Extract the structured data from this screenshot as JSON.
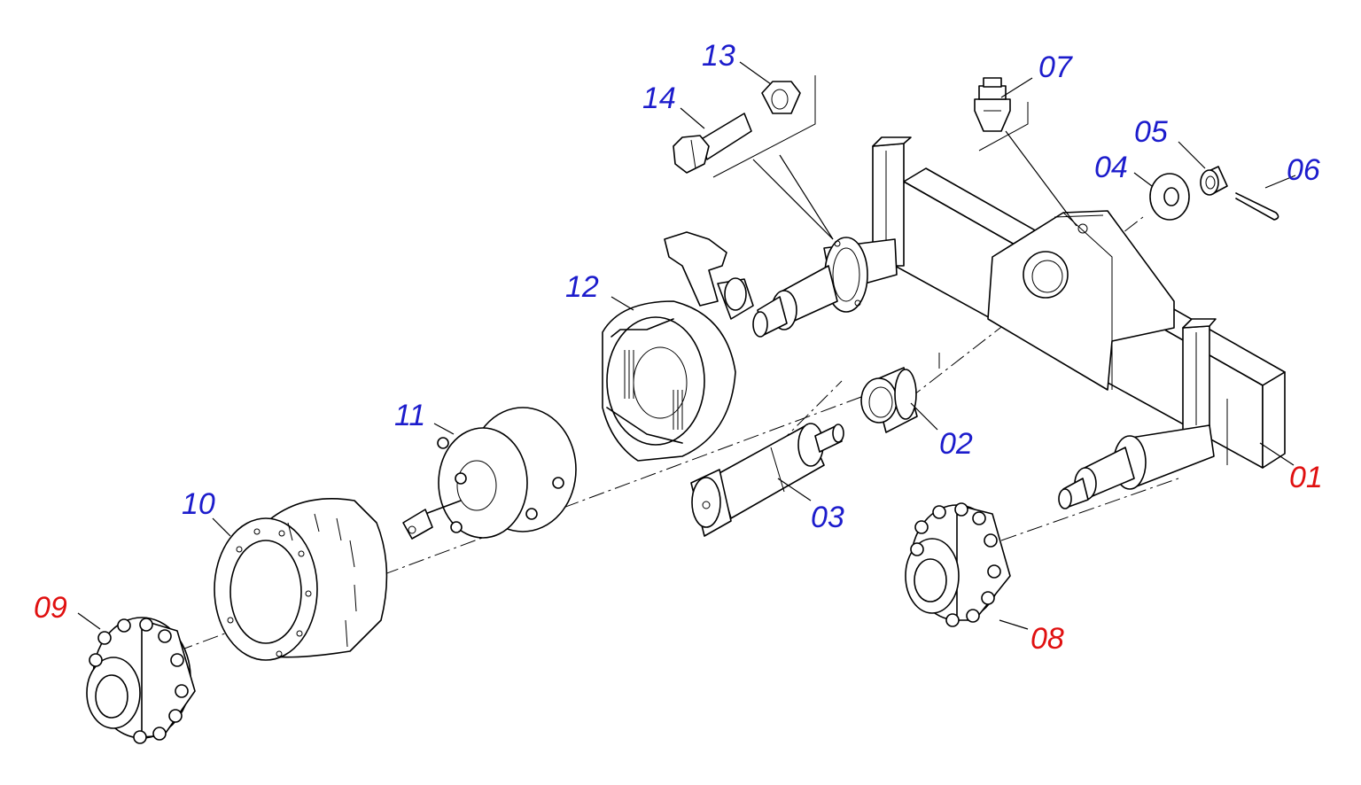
{
  "colors": {
    "standard_label": "#1c1ccc",
    "highlight_label": "#e01010",
    "line": "#000000",
    "background": "#ffffff"
  },
  "labels": [
    {
      "id": "01",
      "text": "01",
      "color": "highlight"
    },
    {
      "id": "02",
      "text": "02",
      "color": "standard"
    },
    {
      "id": "03",
      "text": "03",
      "color": "standard"
    },
    {
      "id": "04",
      "text": "04",
      "color": "standard"
    },
    {
      "id": "05",
      "text": "05",
      "color": "standard"
    },
    {
      "id": "06",
      "text": "06",
      "color": "standard"
    },
    {
      "id": "07",
      "text": "07",
      "color": "standard"
    },
    {
      "id": "08",
      "text": "08",
      "color": "highlight"
    },
    {
      "id": "09",
      "text": "09",
      "color": "highlight"
    },
    {
      "id": "10",
      "text": "10",
      "color": "standard"
    },
    {
      "id": "11",
      "text": "11",
      "color": "standard"
    },
    {
      "id": "12",
      "text": "12",
      "color": "standard"
    },
    {
      "id": "13",
      "text": "13",
      "color": "standard"
    },
    {
      "id": "14",
      "text": "14",
      "color": "standard"
    }
  ]
}
